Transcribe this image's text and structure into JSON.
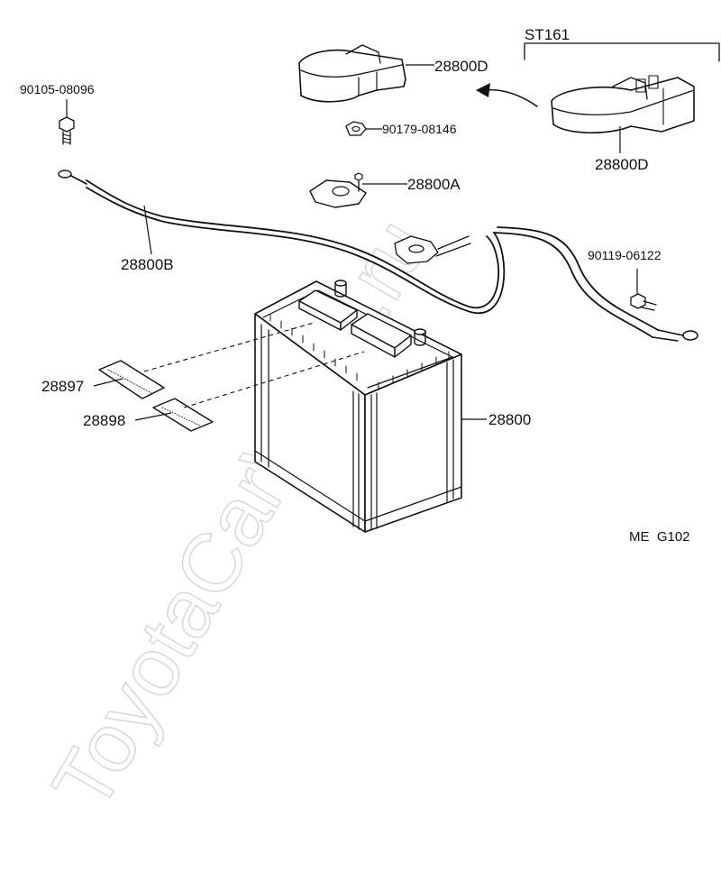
{
  "diagram": {
    "watermark": "ToyotaCarWine.ru",
    "code": "ME  G102",
    "group_label": "ST161",
    "parts": {
      "bolt_left": "90105-08096",
      "cover_top": "28800D",
      "nut": "90179-08146",
      "cover_group": "28800D",
      "clamp": "28800A",
      "cable": "28800B",
      "bolt_right": "90119-06122",
      "plate_upper": "28897",
      "plate_lower": "28898",
      "battery": "28800"
    }
  }
}
